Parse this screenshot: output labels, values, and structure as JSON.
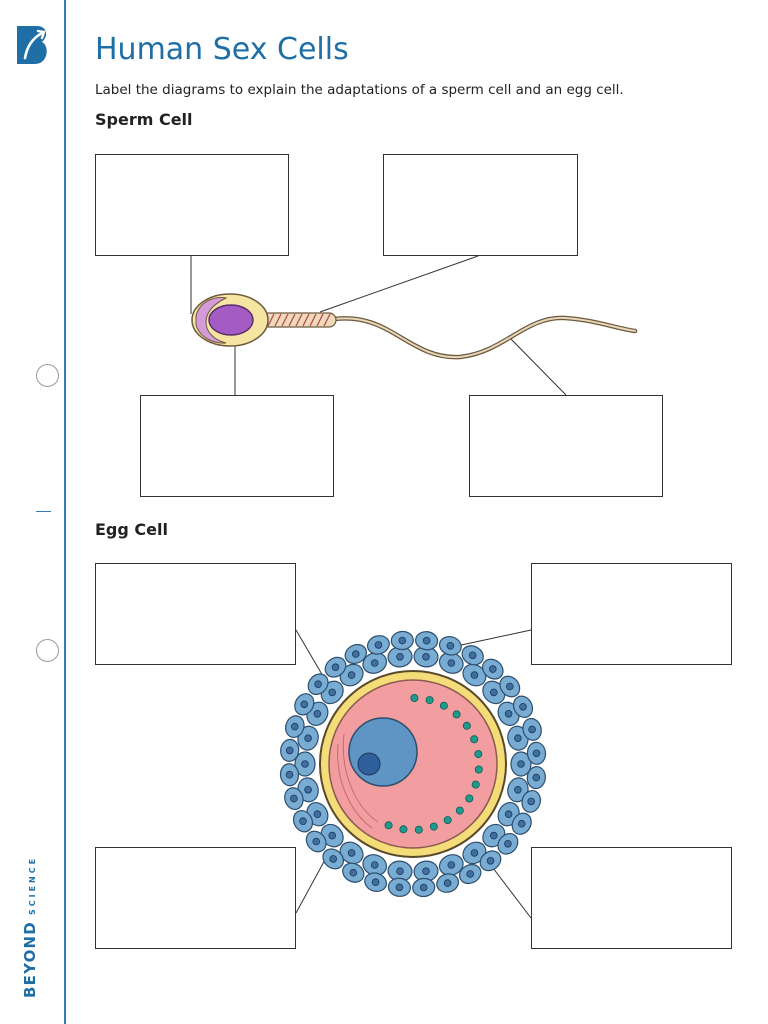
{
  "title": "Human Sex Cells",
  "instructions": "Label the diagrams to explain the adaptations of a sperm cell and an egg cell.",
  "sections": {
    "sperm": {
      "heading": "Sperm Cell",
      "label_boxes": 4
    },
    "egg": {
      "heading": "Egg Cell",
      "label_boxes": 4
    }
  },
  "branding": {
    "name": "BEYOND",
    "subtitle": "SCIENCE",
    "logo_icon": "beyond-b-icon"
  },
  "colors": {
    "accent": "#1f6fa6",
    "sperm_head": "#f6e4a2",
    "sperm_nucleus": "#a45bc4",
    "egg_cytoplasm": "#f29ea0",
    "egg_zona": "#f1d76c",
    "egg_nucleus": "#5f95c4",
    "corona_cells": "#78acd2"
  }
}
